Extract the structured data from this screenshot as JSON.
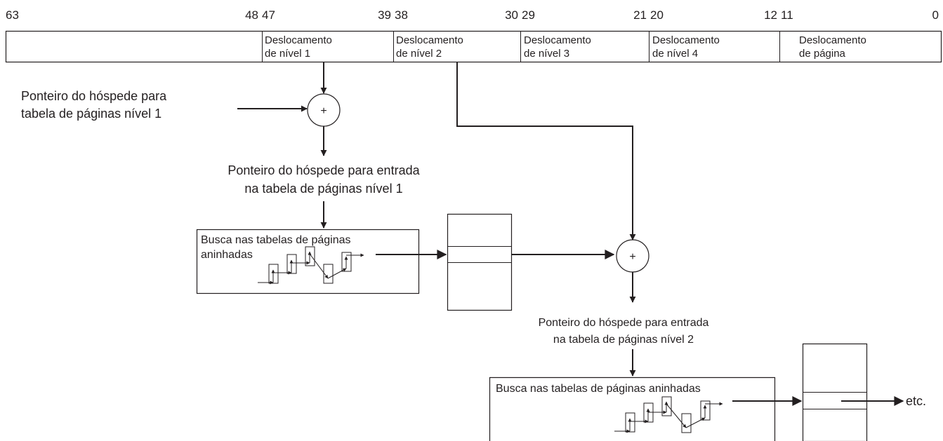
{
  "bit_labels": {
    "b63": "63",
    "b48": "48",
    "b47": "47",
    "b39": "39",
    "b38": "38",
    "b30": "30",
    "b29": "29",
    "b21": "21",
    "b20": "20",
    "b12": "12",
    "b11": "11",
    "b0": "0"
  },
  "fields": {
    "level1": {
      "line1": "Deslocamento",
      "line2": "de nível 1"
    },
    "level2": {
      "line1": "Deslocamento",
      "line2": "de nível 2"
    },
    "level3": {
      "line1": "Deslocamento",
      "line2": "de nível 3"
    },
    "level4": {
      "line1": "Deslocamento",
      "line2": "de nível 4"
    },
    "page": {
      "line1": "Deslocamento",
      "line2": "de página"
    }
  },
  "labels": {
    "guest_l1_table": {
      "line1": "Ponteiro do hóspede para",
      "line2": "tabela de páginas nível 1"
    },
    "guest_l1_entry": {
      "line1": "Ponteiro do hóspede para entrada",
      "line2": "na tabela de páginas nível 1"
    },
    "guest_l2_entry": {
      "line1": "Ponteiro do hóspede para entrada",
      "line2": "na tabela de páginas nível 2"
    },
    "etc": "etc."
  },
  "boxes": {
    "nested_walk_1": {
      "line1": "Busca nas tabelas de páginas",
      "line2": "aninhadas"
    },
    "nested_walk_2": {
      "line1": "Busca nas tabelas de páginas aninhadas"
    }
  },
  "adders": {
    "plus_symbol": "+"
  }
}
